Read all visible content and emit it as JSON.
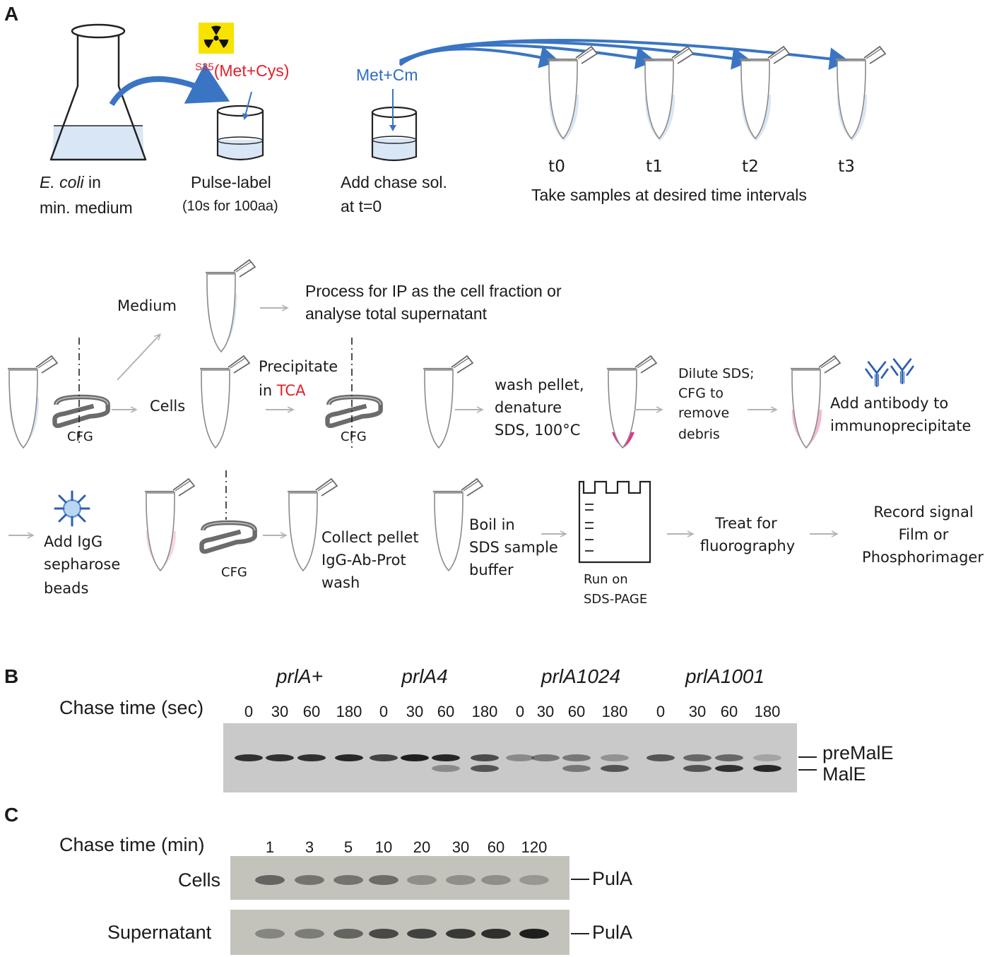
{
  "panels": {
    "a": "A",
    "b": "B",
    "c": "C"
  },
  "colors": {
    "arrow_blue": "#3a75c4",
    "label_red": "#e3202a",
    "gray_arrow": "#b3b3b3",
    "pink_lysate": "#f4b9d2",
    "magenta_pellet": "#e7338a",
    "gel_bg": "#c9c9c9"
  },
  "icons": {
    "hazard": "radiation-hazard-icon",
    "antibody": "antibody-icon",
    "beads": "sepharose-bead-icon",
    "centrifuge": "centrifuge-rotor-icon",
    "tube": "microcentrifuge-tube-icon",
    "gel": "sds-page-gel-icon"
  },
  "panel_a": {
    "flask_label_italic": "E. coli",
    "flask_label_rest": " in",
    "flask_label_line2": "min. medium",
    "pulse_reagent_sup": "S35",
    "pulse_reagent": "(Met+Cys)",
    "pulse_label": "Pulse-label",
    "pulse_time": "(10s for 100aa)",
    "chase_reagent": "Met+Cm",
    "chase_label": "Add chase sol.",
    "chase_label2": "at t=0",
    "timepoints": [
      "t0",
      "t1",
      "t2",
      "t3"
    ],
    "sampling": "Take samples at desired time intervals",
    "medium": "Medium",
    "process_line1": "Process for IP as the cell fraction or",
    "process_line2": "analyse total supernatant",
    "cfg": "CFG",
    "cells": "Cells",
    "precip1": "Precipitate",
    "precip2_pre": "in ",
    "precip2_red": "TCA",
    "wash1": "wash pellet,",
    "wash2": "denature",
    "wash3": "SDS, 100°C",
    "dilute1": "Dilute SDS;",
    "dilute2": "CFG to",
    "dilute3": "remove",
    "dilute4": "debris",
    "antibody1": "Add antibody to",
    "antibody2": "immunoprecipitate",
    "igg1": "Add IgG",
    "igg2": "sepharose",
    "igg3": "beads",
    "collect1": "Collect pellet",
    "collect2": "IgG-Ab-Prot",
    "collect3": "wash",
    "boil1": "Boil in",
    "boil2": "SDS sample",
    "boil3": "buffer",
    "run1": "Run on",
    "run2": "SDS-PAGE",
    "treat1": "Treat for",
    "treat2": "fluorography",
    "record1": "Record signal",
    "record2": "Film  or",
    "record3": "Phosphorimager"
  },
  "panel_b": {
    "axis_label": "Chase time (sec)",
    "strains": [
      "prlA+",
      "prlA4",
      "prlA1024",
      "prlA1001"
    ],
    "lanes": [
      "0",
      "30",
      "60",
      "180",
      "0",
      "30",
      "60",
      "180",
      "0",
      "30",
      "60",
      "180",
      "0",
      "30",
      "60",
      "180"
    ],
    "premale_intensity": [
      0.85,
      0.85,
      0.85,
      0.9,
      0.75,
      0.95,
      0.9,
      0.7,
      0.35,
      0.45,
      0.45,
      0.3,
      0.65,
      0.55,
      0.55,
      0.2
    ],
    "male_intensity": [
      0,
      0,
      0,
      0,
      0,
      0,
      0.35,
      0.65,
      0,
      0,
      0.45,
      0.65,
      0,
      0.65,
      0.85,
      0.9
    ],
    "band_upper": "preMalE",
    "band_lower": "MalE"
  },
  "panel_c": {
    "axis_label": "Chase time (min)",
    "lanes": [
      "1",
      "3",
      "5",
      "10",
      "20",
      "30",
      "60",
      "120"
    ],
    "rows": [
      {
        "name": "Cells",
        "band": "PulA",
        "intensity": [
          0.55,
          0.45,
          0.45,
          0.5,
          0.3,
          0.3,
          0.3,
          0.25
        ]
      },
      {
        "name": "Supernatant",
        "band": "PulA",
        "intensity": [
          0.35,
          0.4,
          0.55,
          0.7,
          0.75,
          0.8,
          0.85,
          0.95
        ]
      }
    ]
  }
}
